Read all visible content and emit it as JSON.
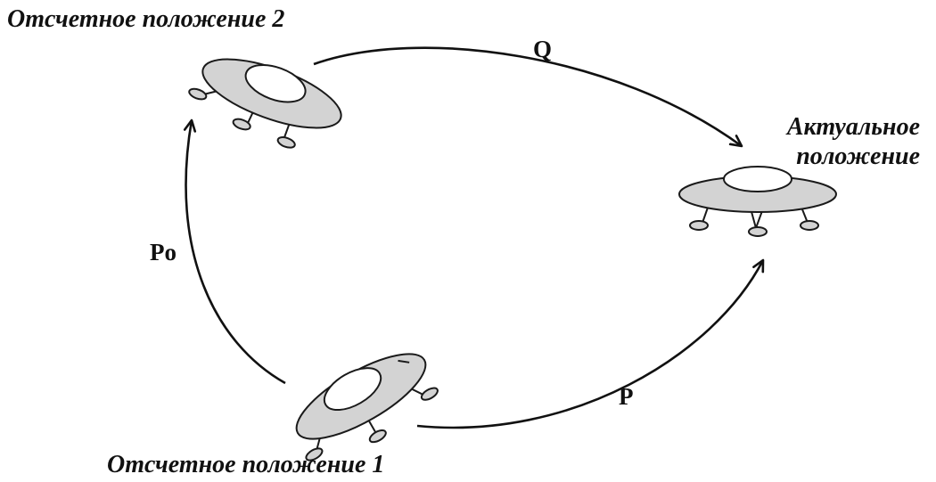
{
  "labels": {
    "reference_2": "Отсчетное положение 2",
    "reference_1": "Отсчетное положение 1",
    "actual_line1": "Актуальное",
    "actual_line2": "положение"
  },
  "arrows": {
    "q": "Q",
    "po": "Po",
    "p": "P"
  },
  "colors": {
    "ufo_fill": "#d3d3d3",
    "ufo_dome": "#ffffff",
    "ink": "#111111"
  }
}
